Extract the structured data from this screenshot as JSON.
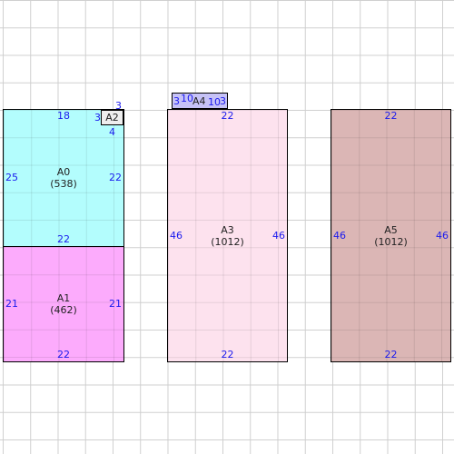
{
  "colors": {
    "A0": "#b3fdfd",
    "A1": "#fcabfc",
    "A2": "#eeeeee",
    "A3": "#fde2ee",
    "A4": "#c6c2f7",
    "A5": "#dbb6b5",
    "dimension_text": "#1a1aee"
  },
  "rects": {
    "A0": {
      "name": "A0",
      "area": "(538)",
      "top": "18",
      "left": "25",
      "right": "22",
      "bottom": "22"
    },
    "A1": {
      "name": "A1",
      "area": "(462)",
      "left": "21",
      "right": "21",
      "bottom": "22"
    },
    "A2": {
      "name": "A2",
      "top": "3",
      "left": "3",
      "bottom": "4"
    },
    "A3": {
      "name": "A3",
      "area": "(1012)",
      "top": "22",
      "left": "46",
      "right": "46",
      "bottom": "22"
    },
    "A4": {
      "name": "A4",
      "left": "3",
      "top": "10",
      "right": "10",
      "right_edge": "3"
    },
    "A5": {
      "name": "A5",
      "area": "(1012)",
      "top": "22",
      "left": "46",
      "right": "46",
      "bottom": "22"
    }
  }
}
